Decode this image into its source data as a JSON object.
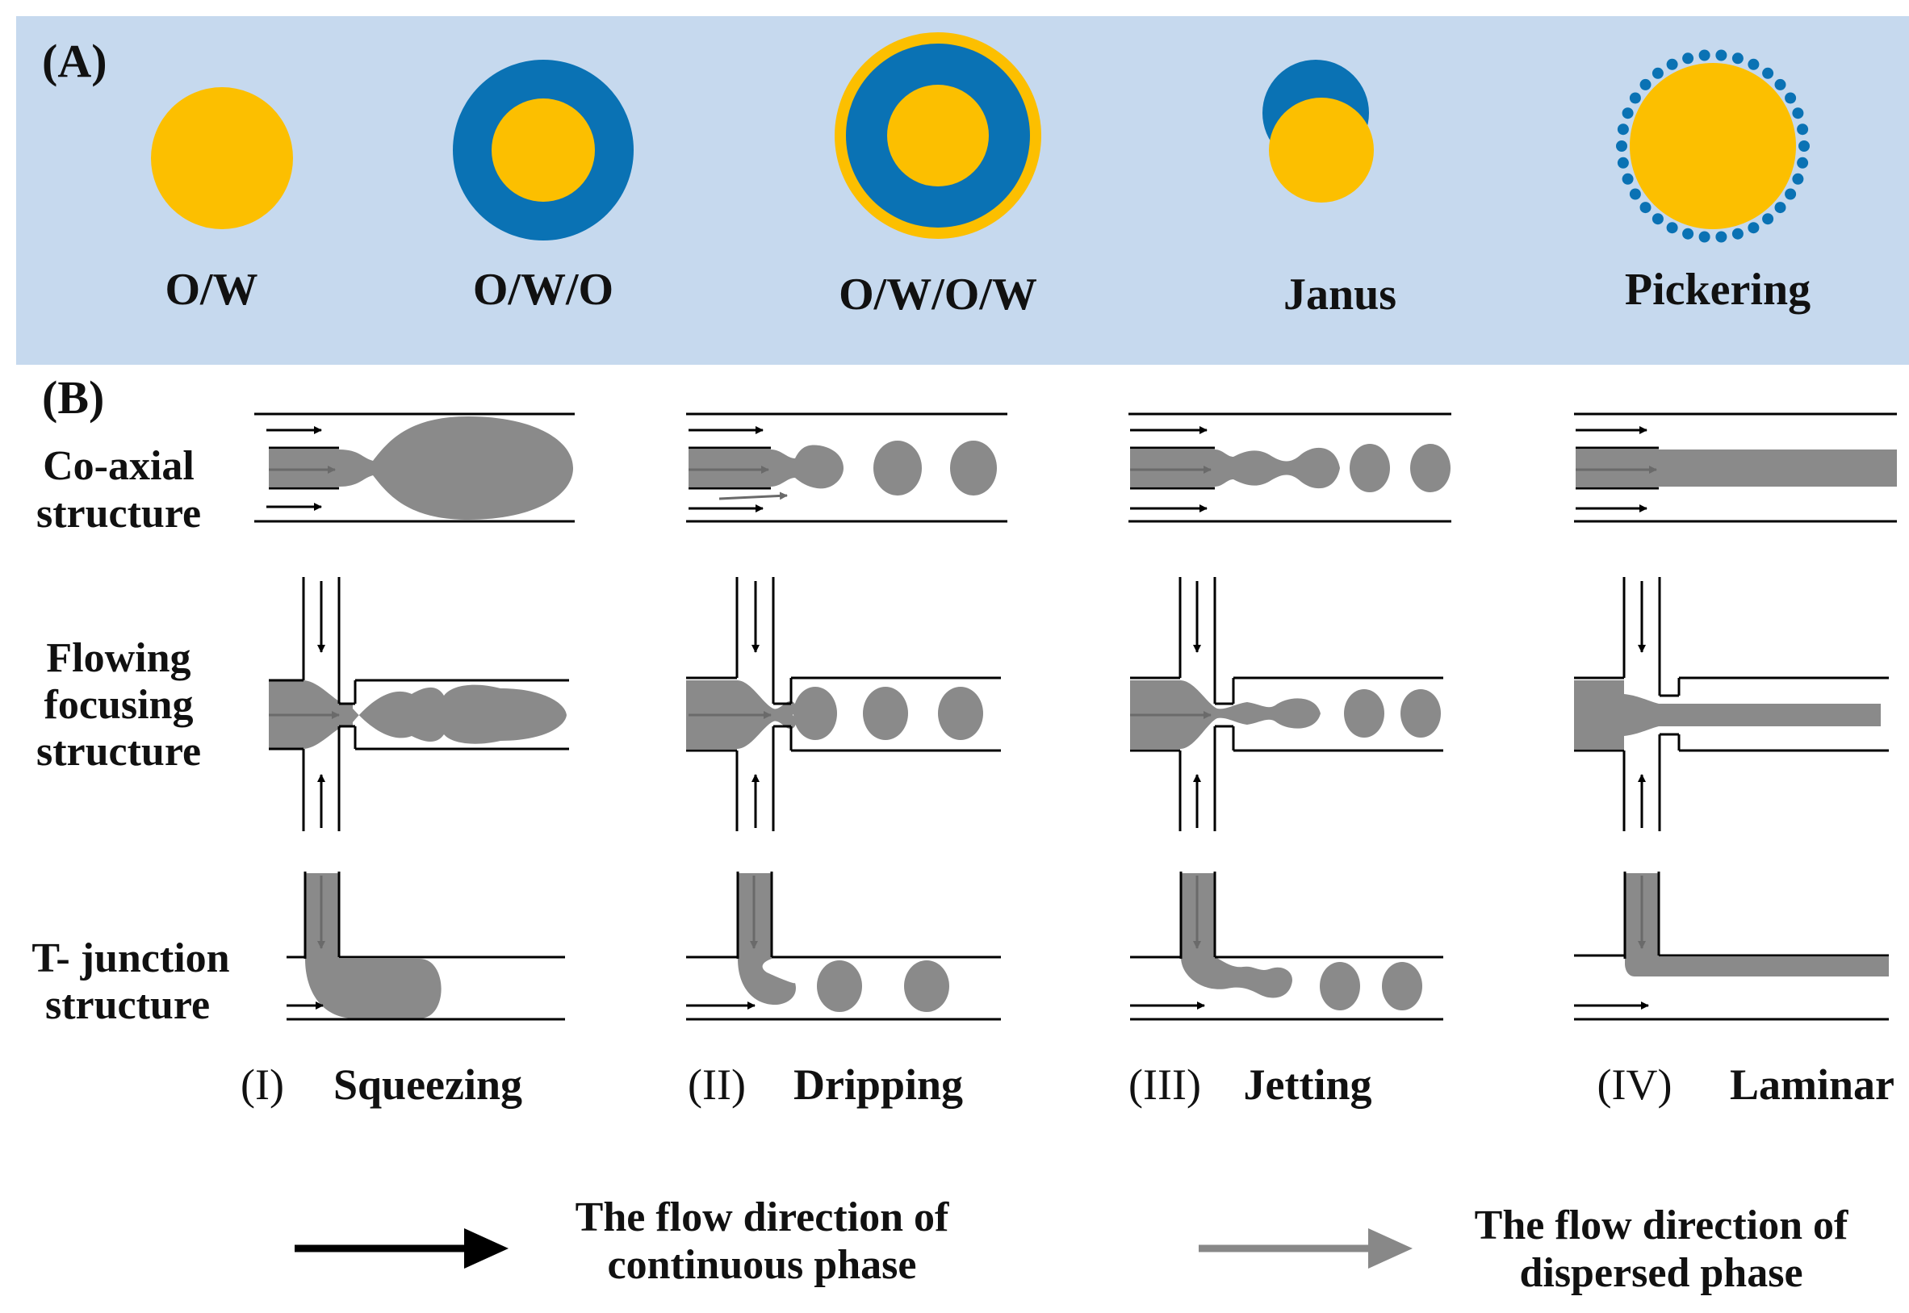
{
  "colors": {
    "panel_a_background": "#c6d9ee",
    "oil_yellow": "#fcbf00",
    "water_blue": "#0a72b4",
    "dispersed_gray": "#8a8a8a",
    "continuous_arrow": "#000000",
    "dispersed_arrow": "#7a7a7a"
  },
  "panel_a": {
    "label": "(A)",
    "emulsions": [
      {
        "label": "O/W",
        "icon": "single-emulsion-droplet-icon"
      },
      {
        "label": "O/W/O",
        "icon": "double-emulsion-droplet-icon"
      },
      {
        "label": "O/W/O/W",
        "icon": "triple-emulsion-droplet-icon"
      },
      {
        "label": "Janus",
        "icon": "janus-droplet-icon"
      },
      {
        "label": "Pickering",
        "icon": "pickering-droplet-icon"
      }
    ]
  },
  "panel_b": {
    "label": "(B)",
    "rows": [
      {
        "label_lines": [
          "Co-axial",
          "structure"
        ]
      },
      {
        "label_lines": [
          "Flowing",
          "focusing",
          "structure"
        ]
      },
      {
        "label_lines": [
          "T- junction",
          "structure"
        ]
      }
    ],
    "regimes": [
      {
        "num": "(I)",
        "name": "Squeezing"
      },
      {
        "num": "(II)",
        "name": "Dripping"
      },
      {
        "num": "(III)",
        "name": "Jetting"
      },
      {
        "num": "(IV)",
        "name": "Laminar"
      }
    ]
  },
  "legend": {
    "continuous_lines": [
      "The flow direction of",
      "continuous phase"
    ],
    "dispersed_lines": [
      "The flow direction of",
      "dispersed phase"
    ]
  }
}
